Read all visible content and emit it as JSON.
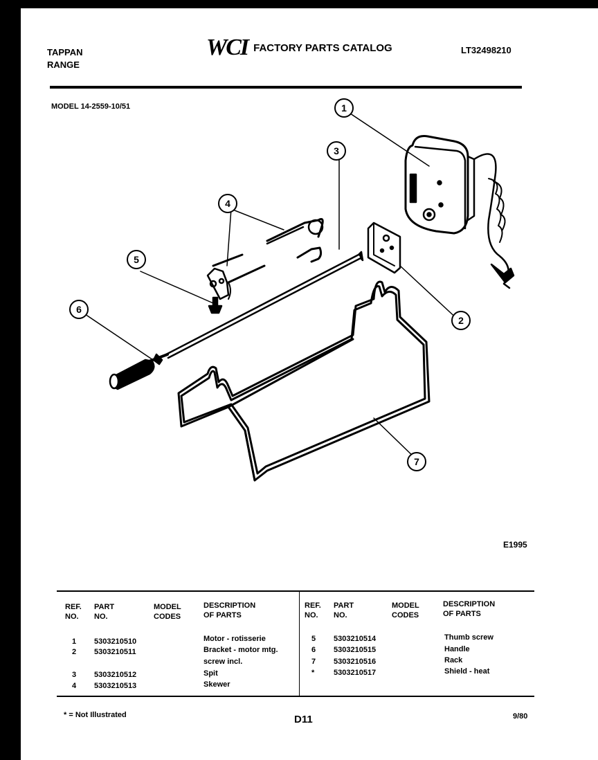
{
  "header": {
    "brand_line1": "TAPPAN",
    "brand_line2": "RANGE",
    "logo": "WCI",
    "catalog_title": "FACTORY PARTS CATALOG",
    "catalog_number": "LT32498210"
  },
  "model_line": "MODEL 14-2559-10/51",
  "illustration_code": "E1995",
  "callouts": [
    "1",
    "2",
    "3",
    "4",
    "5",
    "6",
    "7"
  ],
  "table": {
    "headers": {
      "ref": [
        "REF.",
        "NO."
      ],
      "part": [
        "PART",
        "NO."
      ],
      "model": [
        "MODEL",
        "CODES"
      ],
      "desc": [
        "DESCRIPTION",
        "OF PARTS"
      ]
    },
    "left_rows": [
      {
        "ref": "1",
        "part": "5303210510",
        "desc": "Motor - rotisserie"
      },
      {
        "ref": "2",
        "part": "5303210511",
        "desc": "Bracket - motor mtg."
      },
      {
        "ref": "",
        "part": "",
        "desc": "screw incl."
      },
      {
        "ref": "3",
        "part": "5303210512",
        "desc": "Spit"
      },
      {
        "ref": "4",
        "part": "5303210513",
        "desc": "Skewer"
      }
    ],
    "right_rows": [
      {
        "ref": "5",
        "part": "5303210514",
        "desc": "Thumb screw"
      },
      {
        "ref": "6",
        "part": "5303210515",
        "desc": "Handle"
      },
      {
        "ref": "7",
        "part": "5303210516",
        "desc": "Rack"
      },
      {
        "ref": "*",
        "part": "5303210517",
        "desc": "Shield - heat"
      }
    ]
  },
  "footer": {
    "note": "* = Not Illustrated",
    "page": "D11",
    "date": "9/80"
  }
}
